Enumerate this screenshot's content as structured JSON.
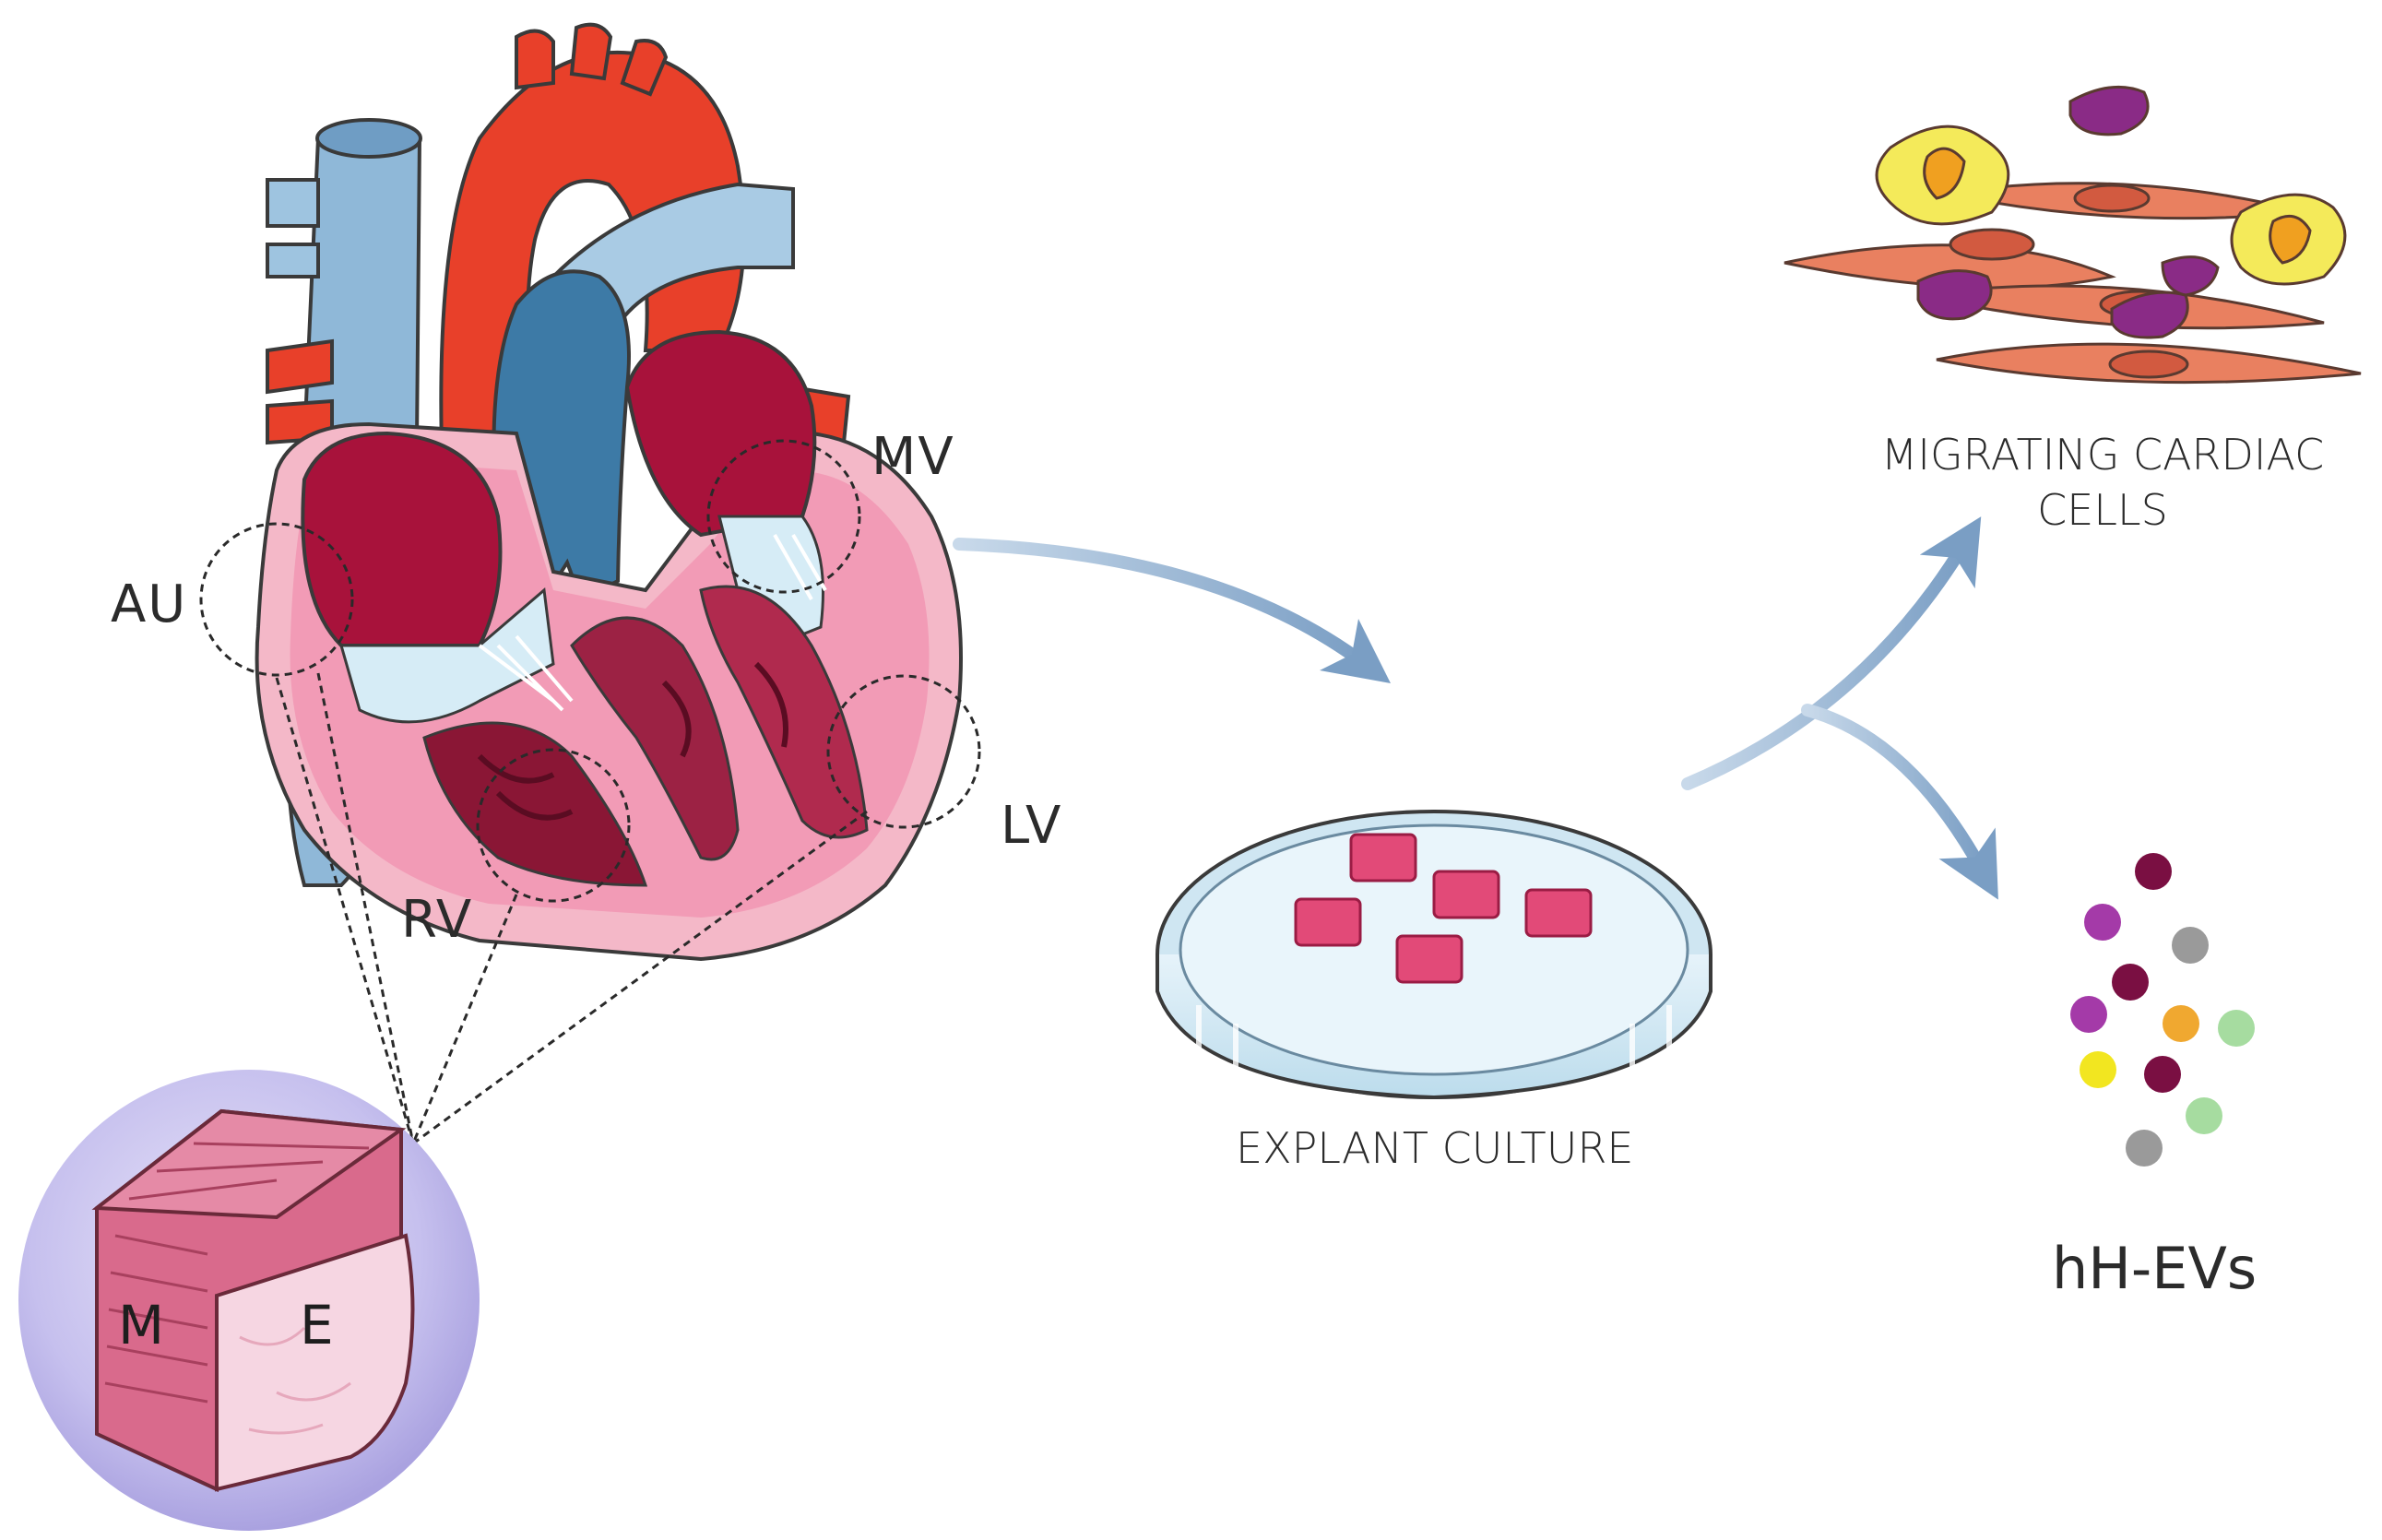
{
  "labels": {
    "au": "AU",
    "mv": "MV",
    "rv": "RV",
    "lv": "LV",
    "myocardium": "M",
    "endocardium": "E"
  },
  "captions": {
    "explant_culture": "EXPLANT CULTURE",
    "migrating_line1": "MIGRATING CARDIAC",
    "migrating_line2": "CELLS",
    "evs": "hH-EVs"
  },
  "colors": {
    "vessel_blue": "#8fb8d8",
    "vessel_blue_dark": "#3d7aa6",
    "artery_red": "#e8402a",
    "chamber_crimson": "#a8123b",
    "tissue_pink": "#e88aa8",
    "endocardium_light": "#f6d6e2",
    "arrow_blue": "#7fa2c6",
    "dish_blue": "#cfe6f2",
    "fibroblast_orange": "#e98060",
    "cell_yellow": "#f4ea5a",
    "cell_purple": "#8a2b86",
    "ev_maroon": "#7a0f42",
    "ev_purple": "#a43aa8",
    "ev_gray": "#9a9a9a",
    "ev_orange": "#f0a830",
    "ev_green": "#a6dca0",
    "ev_yellow": "#f2e620"
  }
}
